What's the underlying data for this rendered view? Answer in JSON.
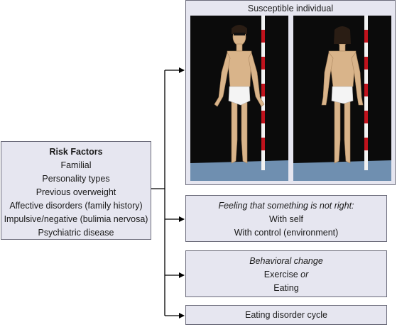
{
  "risk_factors": {
    "title": "Risk Factors",
    "items": [
      "Familial",
      "Personality types",
      "Previous overweight",
      "Affective disorders (family history)",
      "Impulsive/negative (bulimia nervosa)",
      "Psychiatric disease"
    ]
  },
  "susceptible": {
    "title": "Susceptible individual",
    "photos": [
      "front-view",
      "back-view"
    ]
  },
  "feeling": {
    "heading": "Feeling that something is not right:",
    "items": [
      "With self",
      "With control (environment)"
    ]
  },
  "behavior": {
    "heading": "Behavioral change",
    "line1_prefix": "Exercise ",
    "line1_or": "or",
    "line2": "Eating"
  },
  "cycle": {
    "label": "Eating disorder cycle"
  },
  "colors": {
    "box_fill": "#e6e6f0",
    "box_border": "#6b6b7a",
    "connector": "#000000",
    "photo_bg": "#0b0b0b",
    "floor": "#6f8fb0",
    "pole_red": "#c0121c",
    "pole_white": "#f2f2f2"
  }
}
